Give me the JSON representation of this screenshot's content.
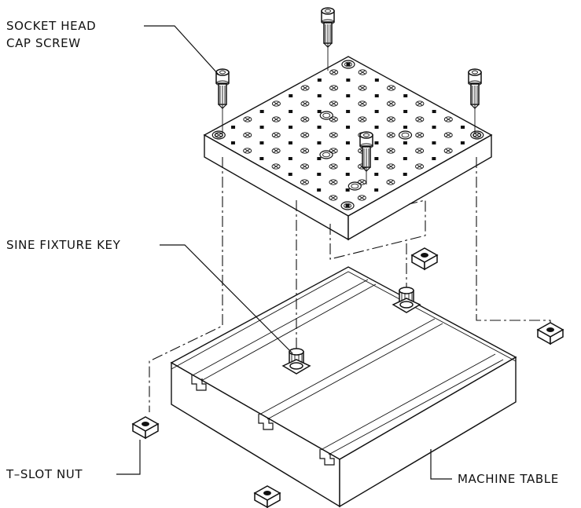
{
  "labels": {
    "socket_head_line1": "SOCKET HEAD",
    "socket_head_line2": "CAP SCREW",
    "sine_fixture_key": "SINE FIXTURE KEY",
    "t_slot_nut": "T–SLOT NUT",
    "machine_table": "MACHINE TABLE"
  },
  "colors": {
    "line": "#111111",
    "background": "#ffffff"
  },
  "fixture_plate": {
    "grid_rows": 10,
    "grid_cols": 10
  }
}
